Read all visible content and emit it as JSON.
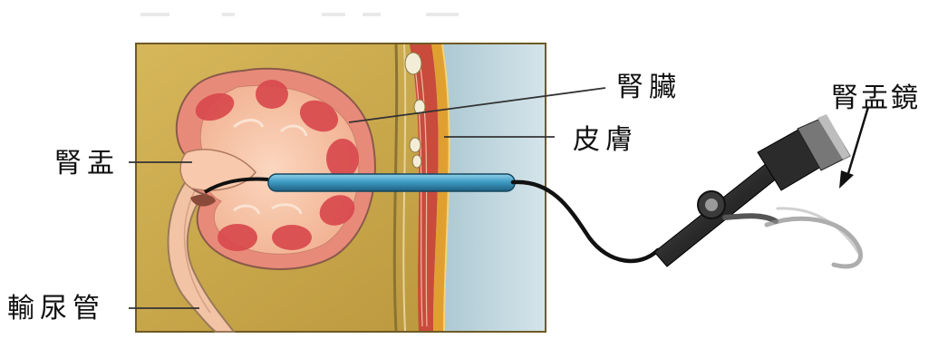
{
  "labels": {
    "kidney": "腎臟",
    "skin": "皮膚",
    "renal_pelvis": "腎盂",
    "ureter": "輸尿管",
    "nephroscope": "腎盂鏡"
  },
  "colors": {
    "background_panel": "#c9a948",
    "kidney_outer": "#e88a7a",
    "kidney_inner": "#f6c3a8",
    "medulla": "#d9474c",
    "skin_band": "#e0a030",
    "muscle": "#c84b3c",
    "outside_area": "#bcd4dc",
    "scope_tube": "#3f9cc4",
    "cable": "#111111"
  }
}
